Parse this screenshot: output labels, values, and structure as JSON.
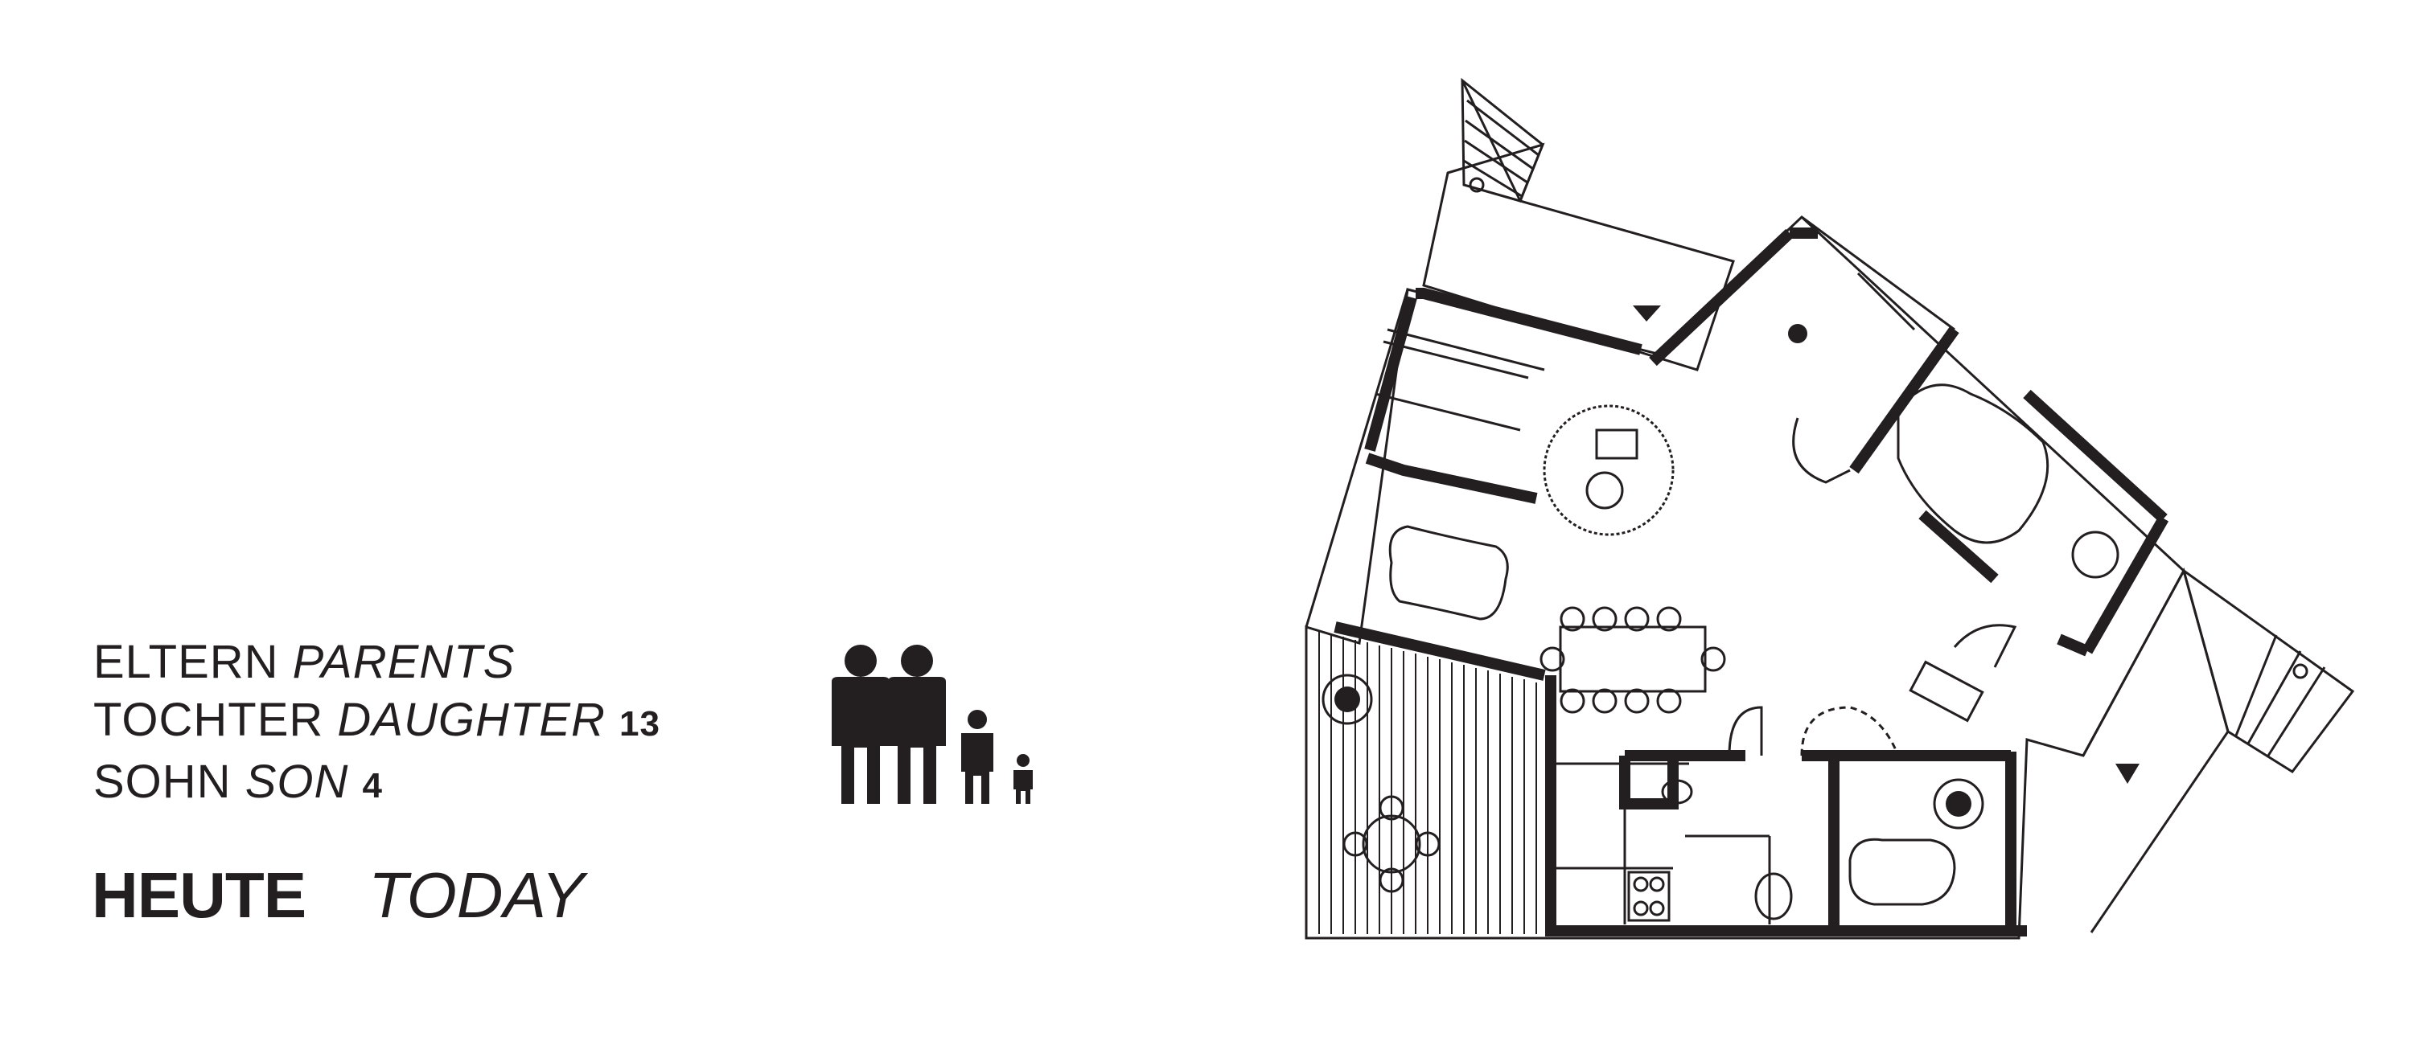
{
  "legend": {
    "parents": {
      "de": "ELTERN",
      "en": "PARENTS"
    },
    "daughter": {
      "de": "TOCHTER",
      "en": "DAUGHTER",
      "age": "13"
    },
    "son": {
      "de": "SOHN",
      "en": "SON",
      "age": "4"
    }
  },
  "title": {
    "de": "HEUTE",
    "en": "TODAY"
  },
  "colors": {
    "ink": "#231f20",
    "background": "#ffffff"
  },
  "icons": [
    "family-pictogram-icon",
    "floor-plan-icon",
    "plant-icon",
    "entrance-arrow-icon"
  ]
}
